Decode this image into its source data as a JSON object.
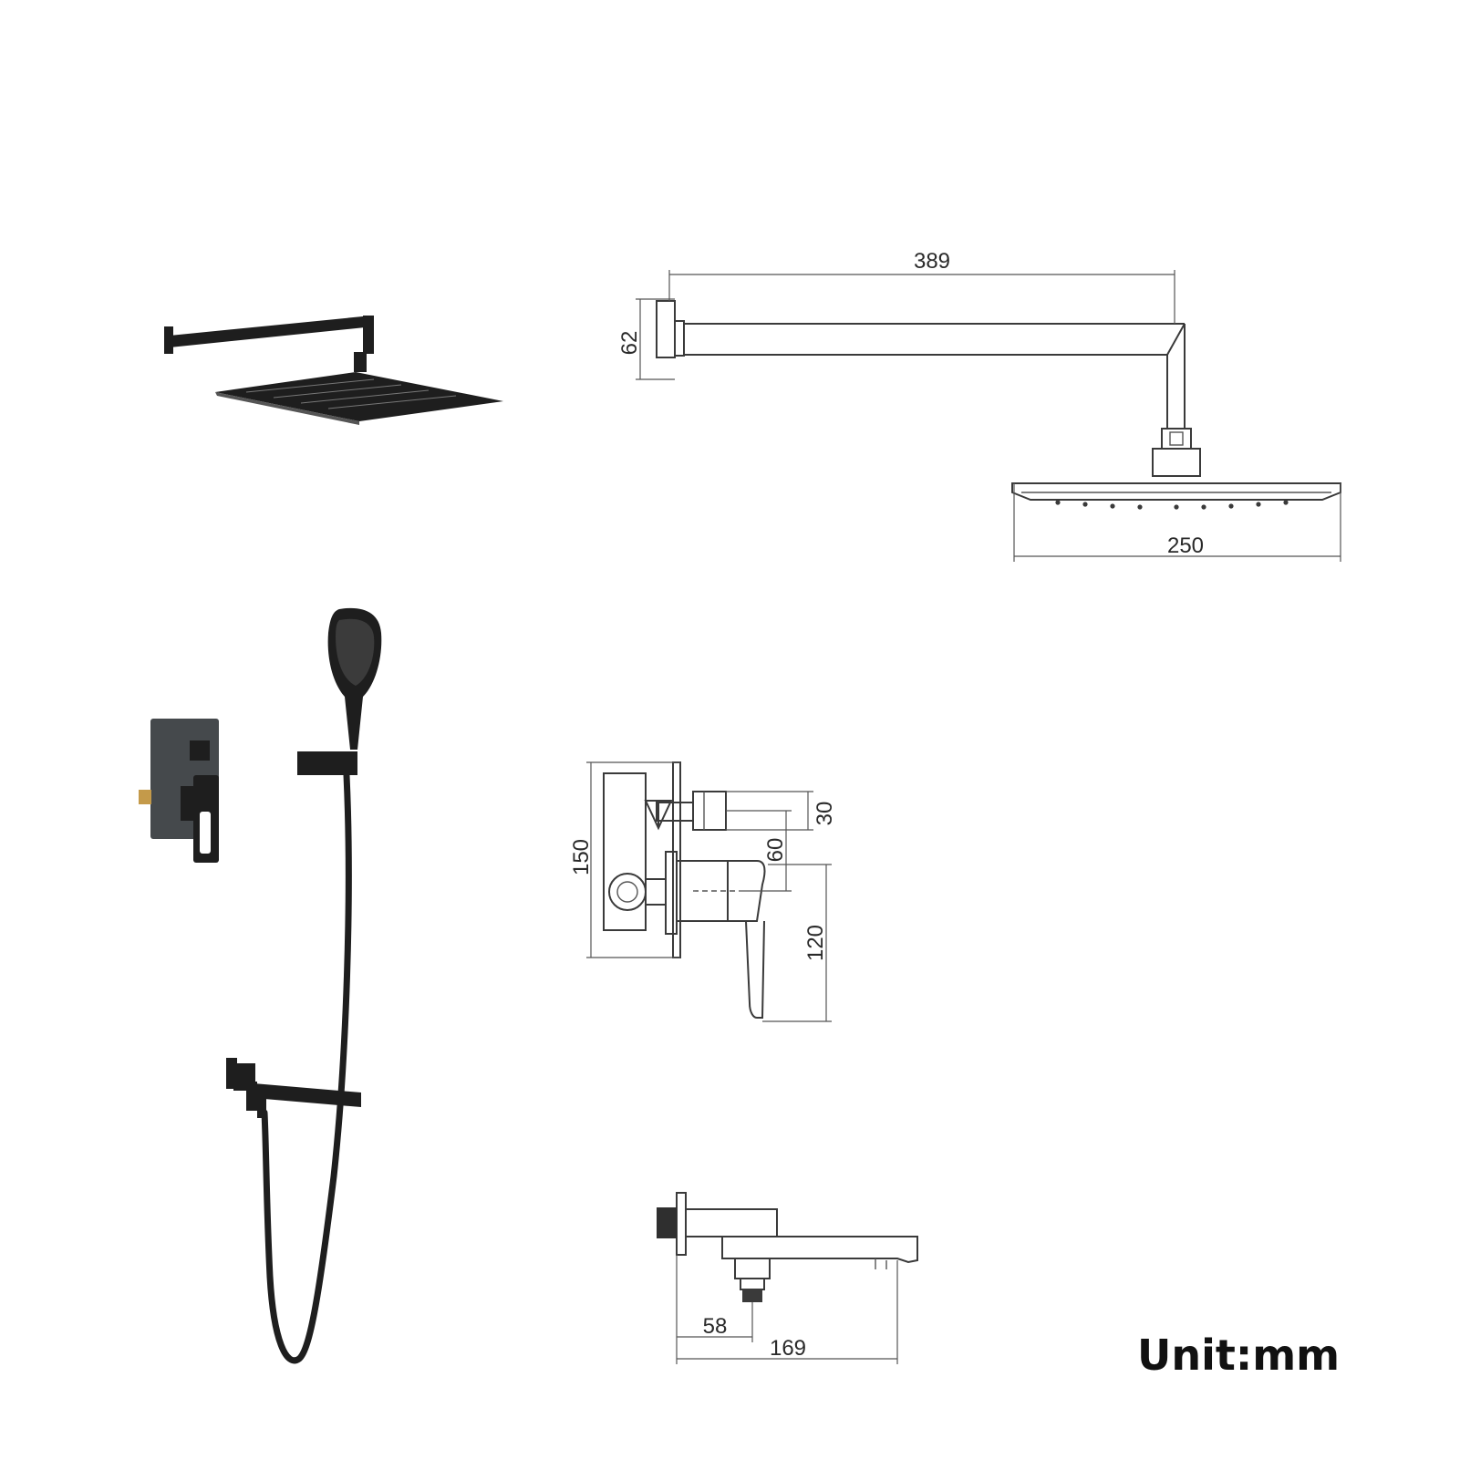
{
  "dimensions": {
    "arm_length": "389",
    "flange_height": "62",
    "head_width": "250",
    "valve_height": "150",
    "valve_top_offset": "30",
    "valve_mid_offset": "60",
    "handle_length": "120",
    "spout_outlet": "58",
    "spout_length": "169"
  },
  "unit_label": "Unit:mm",
  "colors": {
    "product_black": "#1e1e1e",
    "product_grey": "#45494c",
    "drawing_line": "#3a3a3a"
  },
  "icons": {
    "rain_shower": "rain-shower-photo-icon",
    "hand_shower": "hand-shower-photo-icon",
    "valve": "mixing-valve-photo-icon",
    "spout": "tub-spout-photo-icon"
  }
}
